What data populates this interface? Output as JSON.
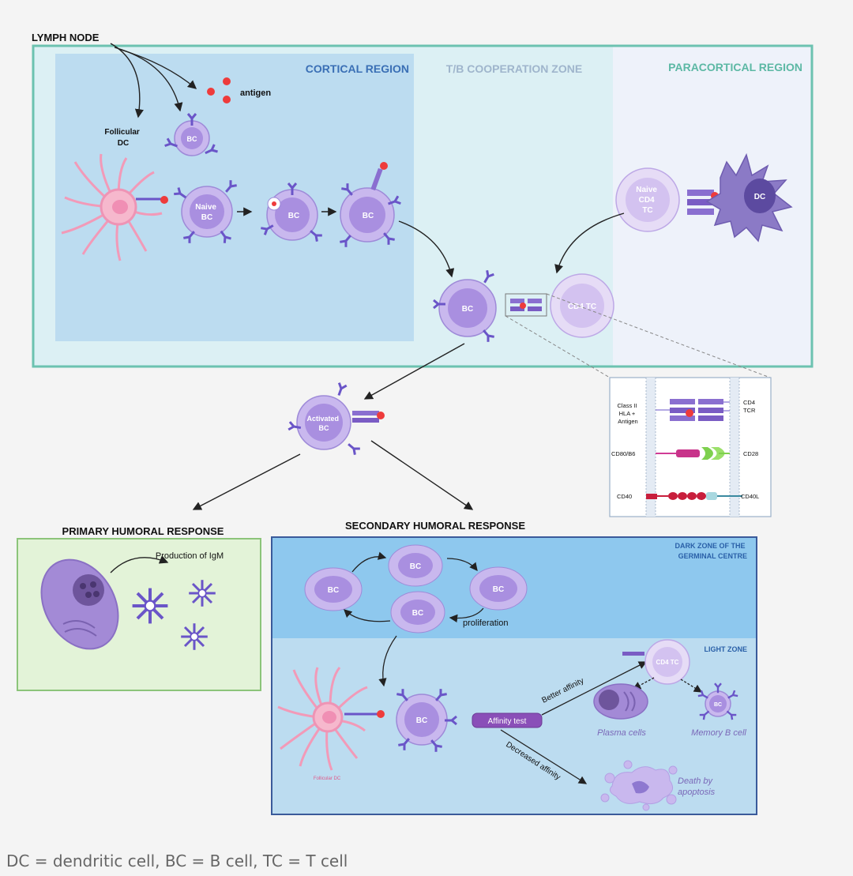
{
  "title": "LYMPH NODE",
  "regions": {
    "cortical": "CORTICAL REGION",
    "tb_zone": "T/B COOPERATION ZONE",
    "paracortical": "PARACORTICAL REGION"
  },
  "labels": {
    "antigen": "antigen",
    "follicular_dc": [
      "Follicular",
      "DC"
    ],
    "bc": "BC",
    "naive_bc": [
      "Naive",
      "BC"
    ],
    "naive_cd4": [
      "Naive",
      "CD4",
      "TC"
    ],
    "dc": "DC",
    "cd4_tc": "CD4 TC",
    "activated_bc": [
      "Activated",
      "BC"
    ]
  },
  "inset": {
    "class2": [
      "Class II",
      "HLA +",
      "Antigen"
    ],
    "cd4": "CD4",
    "tcr": "TCR",
    "cd80": "CD80/B6",
    "cd28": "CD28",
    "cd40": "CD40",
    "cd40l": "CD40L"
  },
  "primary": {
    "title": "PRIMARY HUMORAL RESPONSE",
    "production": "Production of IgM"
  },
  "secondary": {
    "title": "SECONDARY HUMORAL RESPONSE",
    "dark_zone": [
      "DARK ZONE OF THE",
      "GERMINAL CENTRE"
    ],
    "proliferation": "proliferation",
    "light_zone": "LIGHT ZONE",
    "follicular_dc": "Follicular DC",
    "affinity_test": "Affinity test",
    "better": "Better affinity",
    "decreased": "Decreased affinity",
    "plasma": "Plasma cells",
    "memory": "Memory B cell",
    "death": [
      "Death by",
      "apoptosis"
    ]
  },
  "caption": "DC = dendritic cell, BC = B cell, TC = T cell",
  "colors": {
    "cortical_fill": "#bcdcf0",
    "tb_fill": "#dcf0f4",
    "para_fill": "#eef2fa",
    "node_border": "#6cc2b0",
    "cell": "#c9b8ee",
    "cell_inner": "#a98fe0",
    "antibody": "#6a55c8",
    "antigen": "#ee3b3b",
    "fdc": "#f29ab8",
    "region_blue": "#3a6fb5",
    "region_grey": "#9fb5cc",
    "region_teal": "#5cb8a4",
    "primary_fill": "#e3f3d8",
    "primary_border": "#8cc47a",
    "dark_zone_fill": "#8ec8ee",
    "light_zone_fill": "#bcdcf0",
    "secondary_border": "#3a5a9a"
  }
}
